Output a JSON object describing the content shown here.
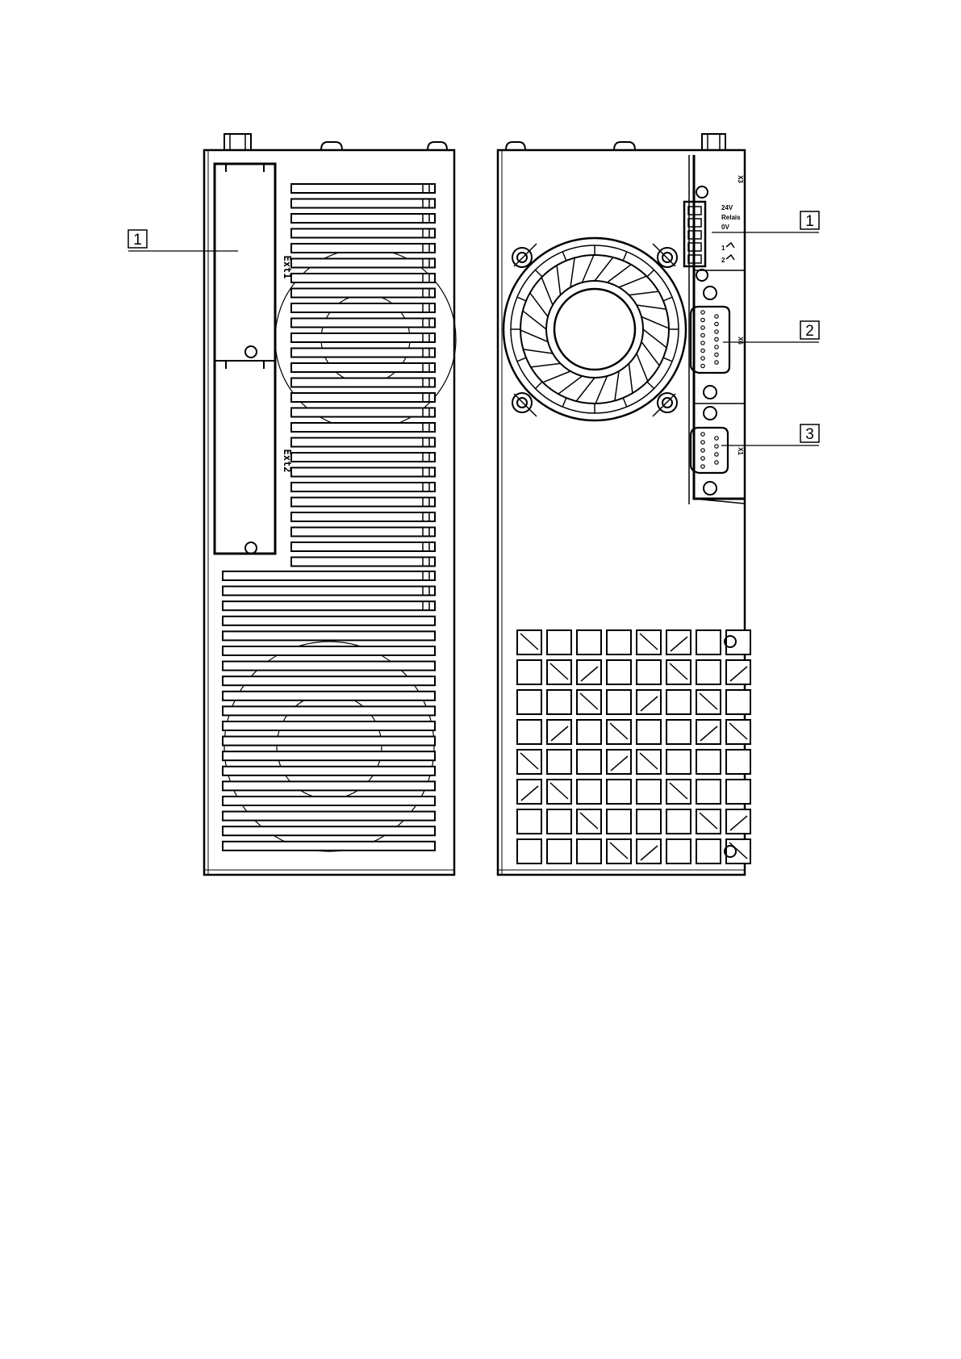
{
  "left_view": {
    "slot_labels": [
      "Ext1",
      "Ext2"
    ],
    "callout": "1"
  },
  "right_view": {
    "connector_labels": {
      "x3": "X3",
      "x6": "X6",
      "x1": "X1"
    },
    "terminal_labels": {
      "v24": "24V",
      "relais": "Relais",
      "v0": "0V",
      "one": "1",
      "two": "2"
    },
    "callouts": [
      "1",
      "2",
      "3"
    ]
  },
  "colors": {
    "ink": "#000000",
    "paper": "#ffffff"
  }
}
